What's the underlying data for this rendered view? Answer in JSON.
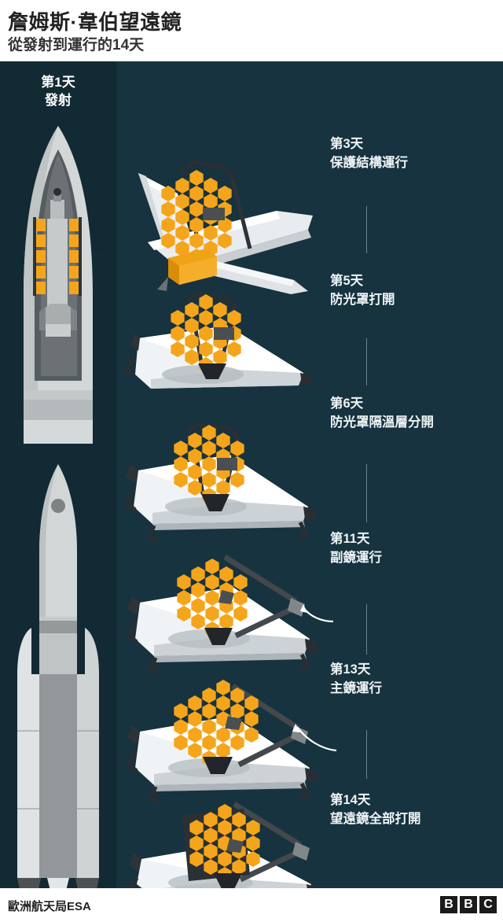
{
  "header": {
    "title": "詹姆斯·韋伯望遠鏡",
    "subtitle": "從發射到運行的14天"
  },
  "left_panel": {
    "day": "第1天",
    "event": "發射"
  },
  "stages": [
    {
      "day": "第3天",
      "event": "保護結構運行"
    },
    {
      "day": "第5天",
      "event": "防光罩打開"
    },
    {
      "day": "第6天",
      "event": "防光罩隔溫層分開"
    },
    {
      "day": "第11天",
      "event": "副鏡運行"
    },
    {
      "day": "第13天",
      "event": "主鏡運行"
    },
    {
      "day": "第14天",
      "event": "望遠鏡全部打開"
    }
  ],
  "footer": {
    "source": "歐洲航天局ESA",
    "logo": [
      "B",
      "B",
      "C"
    ]
  },
  "colors": {
    "background_right": "#16333f",
    "background_left": "#122a34",
    "mirror_gold": "#f5a51b",
    "mirror_gold_dark": "#e08c0c",
    "structure_white": "#eef1f2",
    "structure_gray": "#9a9a9a",
    "text_light": "#eef3f5",
    "divider": "#6d8490"
  }
}
